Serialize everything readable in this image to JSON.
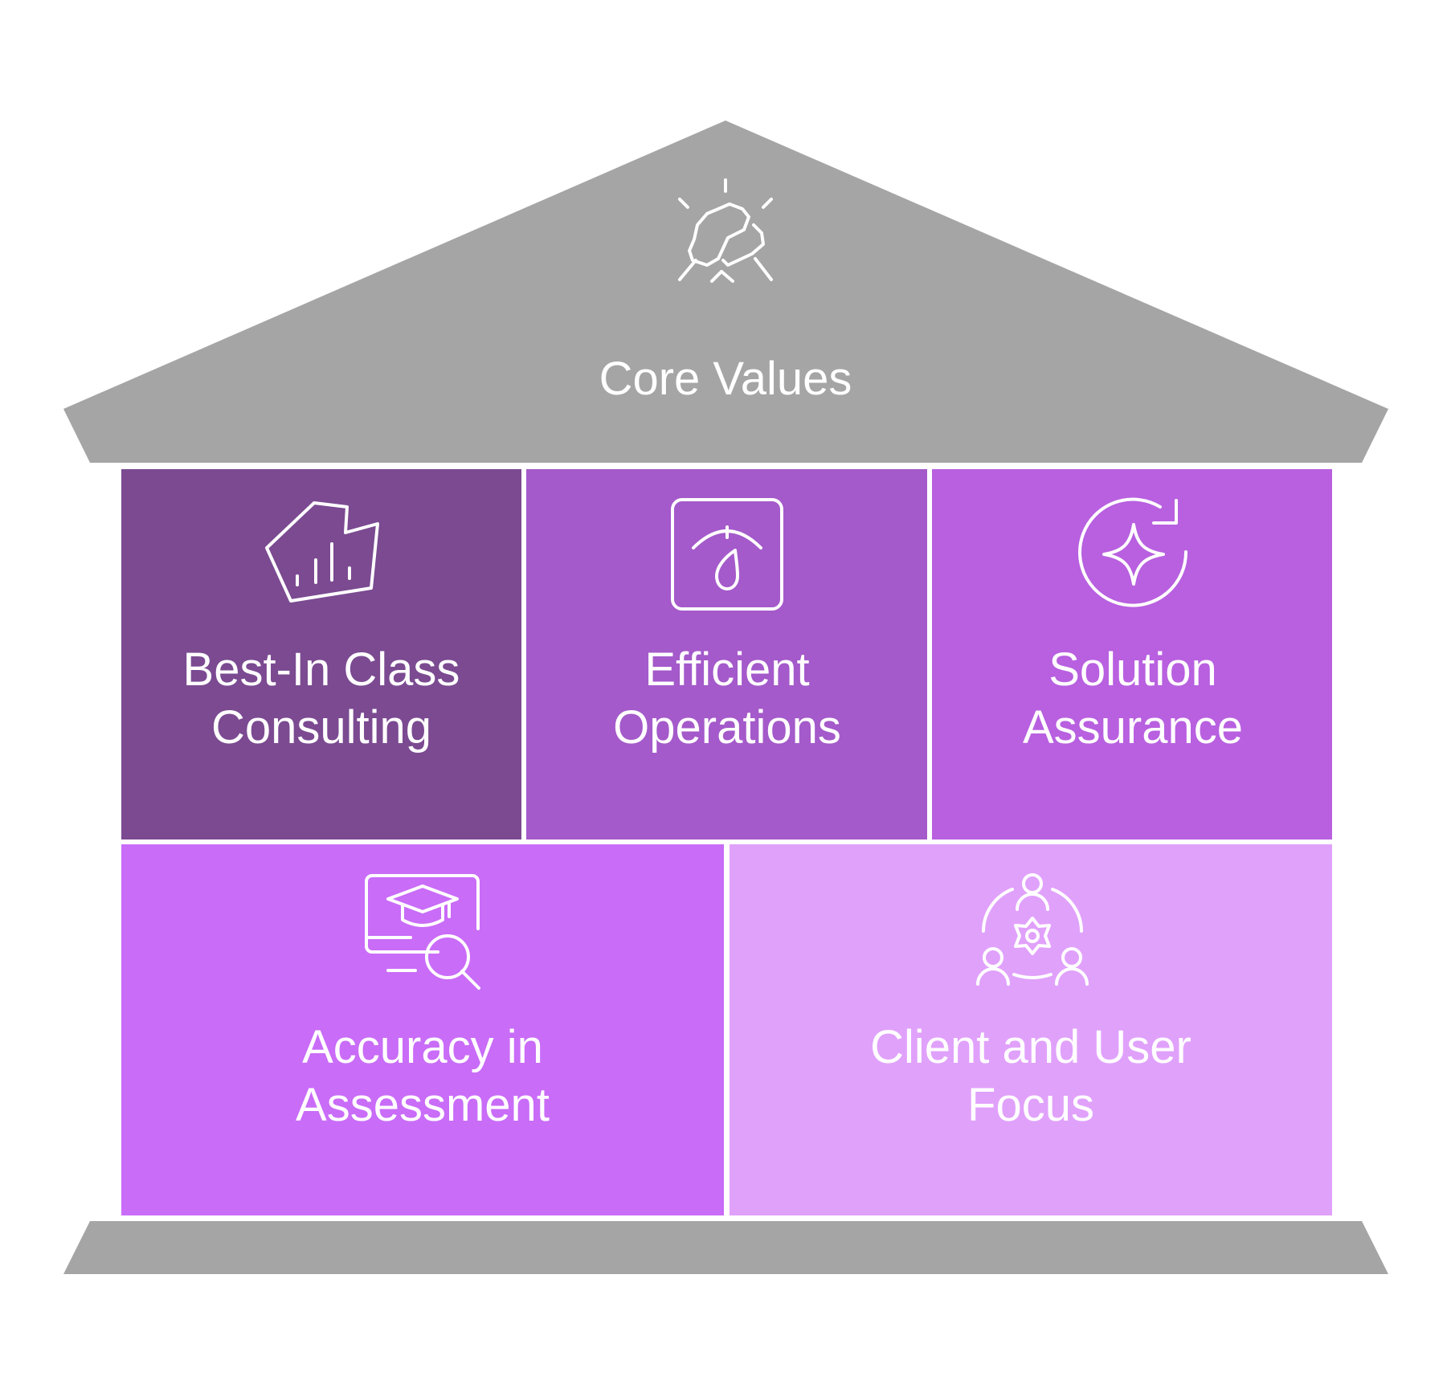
{
  "roof": {
    "title": "Core Values",
    "icon": "handshake-icon",
    "color": "#a5a5a5"
  },
  "base": {
    "color": "#a5a5a5"
  },
  "pillars": [
    {
      "label": "Best-In Class Consulting",
      "icon": "report-chart-icon",
      "color": "#7b4a91"
    },
    {
      "label": "Efficient Operations",
      "icon": "scale-gauge-icon",
      "color": "#a45aca"
    },
    {
      "label": "Solution Assurance",
      "icon": "sparkle-refresh-icon",
      "color": "#b860e0"
    },
    {
      "label": "Accuracy in Assessment",
      "icon": "education-search-icon",
      "color": "#c96cf8"
    },
    {
      "label": "Client and User Focus",
      "icon": "user-network-icon",
      "color": "#e0a1fb"
    }
  ]
}
